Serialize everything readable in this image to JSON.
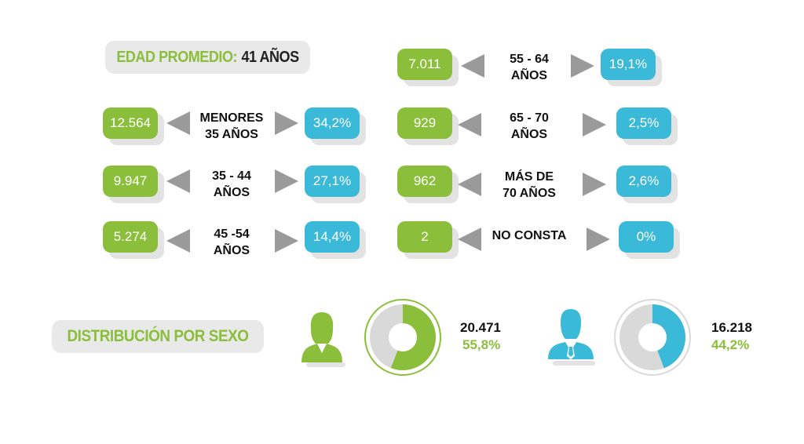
{
  "average_age": {
    "label": "EDAD PROMEDIO:",
    "value": "41 AÑOS"
  },
  "age_groups": [
    {
      "line1": "MENORES",
      "line2": "35 AÑOS",
      "count": "12.564",
      "percent": "34,2%"
    },
    {
      "line1": "35 - 44",
      "line2": "AÑOS",
      "count": "9.947",
      "percent": "27,1%"
    },
    {
      "line1": "45 -54",
      "line2": "AÑOS",
      "count": "5.274",
      "percent": "14,4%"
    },
    {
      "line1": "55 - 64",
      "line2": "AÑOS",
      "count": "7.011",
      "percent": "19,1%"
    },
    {
      "line1": "65 - 70",
      "line2": "AÑOS",
      "count": "929",
      "percent": "2,5%"
    },
    {
      "line1": "MÁS DE",
      "line2": "70 AÑOS",
      "count": "962",
      "percent": "2,6%"
    },
    {
      "line1": "NO CONSTA",
      "line2": "",
      "count": "2",
      "percent": "0%"
    }
  ],
  "sex_distribution": {
    "label": "DISTRIBUCIÓN POR SEXO",
    "female": {
      "count": "20.471",
      "percent": "55,8%",
      "fraction": 0.558,
      "icon": "woman-icon"
    },
    "male": {
      "count": "16.218",
      "percent": "44,2%",
      "fraction": 0.442,
      "icon": "man-icon"
    }
  },
  "colors": {
    "green": "#8bbf3b",
    "blue": "#3ab9d8",
    "gray": "#9a9a9a",
    "light_gray": "#d9d9d9"
  }
}
